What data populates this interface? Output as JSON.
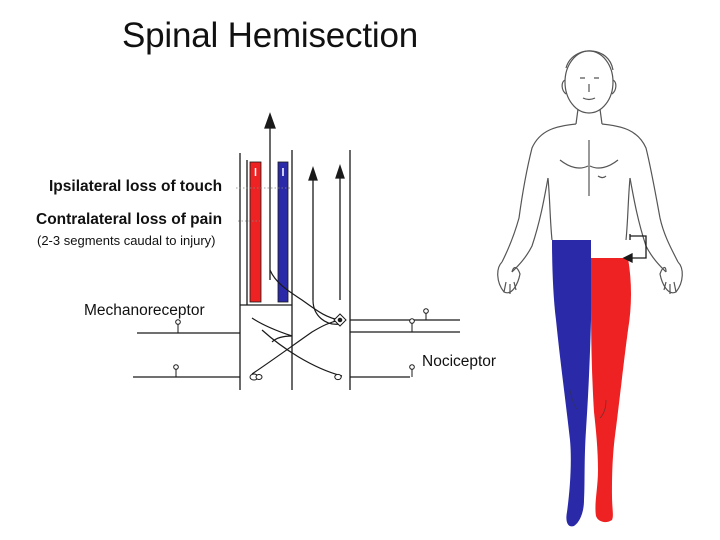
{
  "title": "Spinal Hemisection",
  "labels": {
    "ipsilateral": "Ipsilateral loss of touch",
    "contralateral": "Contralateral loss of pain",
    "segments_note": "(2-3 segments caudal to injury)",
    "mechanoreceptor": "Mechanoreceptor",
    "nociceptor": "Nociceptor"
  },
  "colors": {
    "loss_of_touch": "#ee2222",
    "loss_of_pain": "#2a2aa8",
    "line": "#1a1a1a",
    "skin_outline": "#555555"
  }
}
